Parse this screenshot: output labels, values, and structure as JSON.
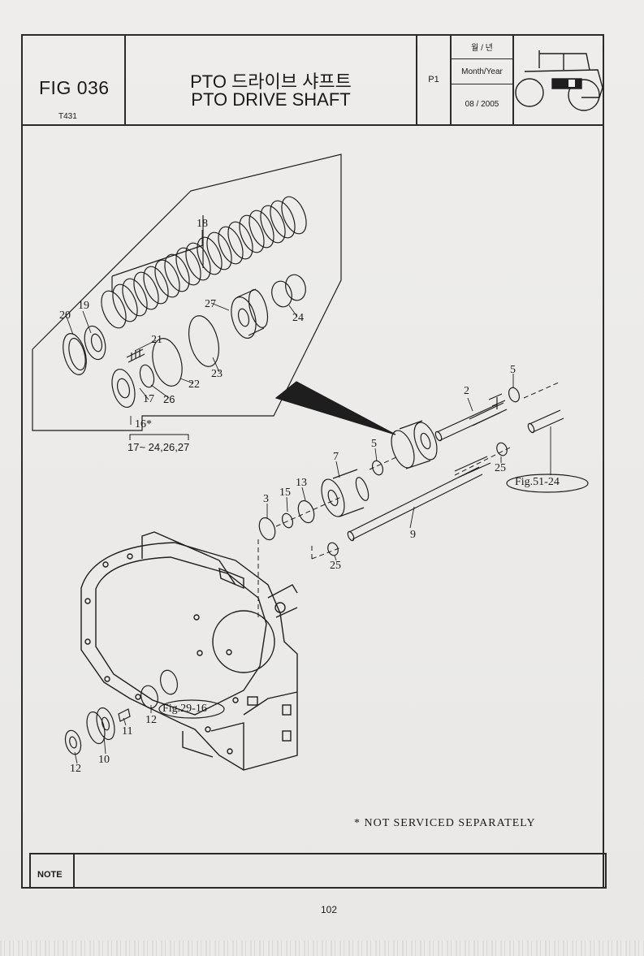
{
  "header": {
    "fig_number": "FIG 036",
    "model_code": "T431",
    "title_korean": "PTO 드라이브 샤프트",
    "title_english": "PTO DRIVE SHAFT",
    "page": "P1",
    "date_header_korean": "월 / 년",
    "date_header_english": "Month/Year",
    "date_value": "08 / 2005",
    "thumbnail_icon": "tractor-icon"
  },
  "callouts": {
    "c2": "2",
    "c3": "3",
    "c5a": "5",
    "c5b": "5",
    "c7": "7",
    "c9": "9",
    "c10": "10",
    "c11": "11",
    "c12a": "12",
    "c12b": "12",
    "c13": "13",
    "c15": "15",
    "c16": "16*",
    "c16_contents": "17~ 24,26,27",
    "c17": "17",
    "c18": "18",
    "c19": "19",
    "c20": "20",
    "c21": "21",
    "c22": "22",
    "c23": "23",
    "c24": "24",
    "c25a": "25",
    "c25b": "25",
    "c26": "26",
    "c27": "27"
  },
  "cross_refs": {
    "fig51": "Fig.51-24",
    "fig29": "Fig.29-16"
  },
  "footnote": "* NOT SERVICED SEPARATELY",
  "note_label": "NOTE",
  "page_number": "102"
}
